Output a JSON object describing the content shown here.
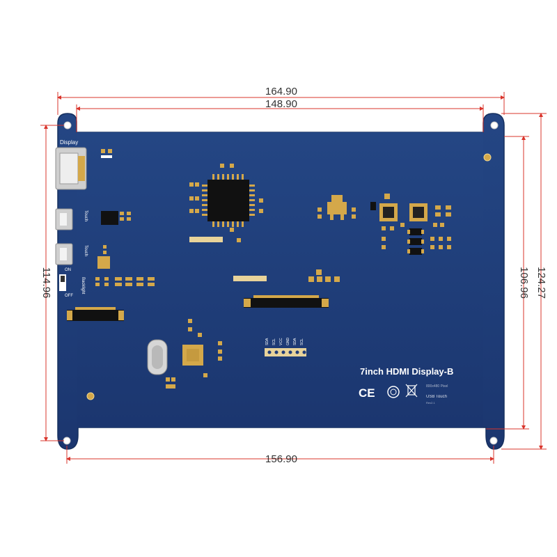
{
  "dimensions": {
    "top_outer": "164.90",
    "top_inner": "148.90",
    "bottom": "156.90",
    "left": "114.96",
    "right_inner": "106.96",
    "right_outer": "124.27"
  },
  "board": {
    "title": "7inch HDMI Display-B",
    "display_connector_label": "Display",
    "usb_label_1": "Touch",
    "usb_label_2": "Touch",
    "backlight_label": "Backlight",
    "switch_on_label": "ON",
    "switch_off_label": "OFF",
    "usb_touch_label": "USB Touch",
    "resolution_label": "800x480 Pixel",
    "small_label": "Rev2.1",
    "header_pins": [
      "SDA",
      "SCL",
      "VCC",
      "GND",
      "SDA",
      "SCL"
    ]
  },
  "colors": {
    "board": "#1f3b78",
    "board_edge": "#2a4a8d",
    "dimension_line": "#d9342b",
    "gold": "#d4a84a",
    "chip": "#111111"
  }
}
